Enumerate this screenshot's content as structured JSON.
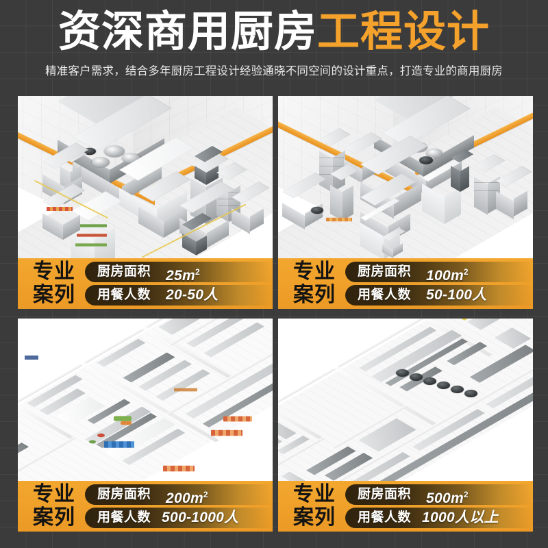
{
  "header": {
    "title_white": "资深商用厨房",
    "title_orange": "工程设计",
    "subtitle": "精准客户需求，结合多年厨房工程设计经验通晓不同空间的设计重点，打造专业的商用厨房"
  },
  "colors": {
    "background": "#3b3b3b",
    "accent_orange": "#f5a22c",
    "bar_orange": "#f3a72f",
    "pill_dark": "#30230d",
    "text_white": "#ffffff",
    "badge_text": "#131313"
  },
  "labels": {
    "badge_line1": "专业",
    "badge_line2": "案列",
    "area_label": "厨房面积",
    "diners_label": "用餐人数"
  },
  "cases": [
    {
      "id": "case-25",
      "image_alt": "小型商用厨房三维效果图",
      "area": "25m",
      "area_unit_sup": "2",
      "diners": "20-50人"
    },
    {
      "id": "case-100",
      "image_alt": "中型商用厨房三维效果图",
      "area": "100m",
      "area_unit_sup": "2",
      "diners": "50-100人"
    },
    {
      "id": "case-200",
      "image_alt": "大型商用厨房平面布局三维图",
      "area": "200m",
      "area_unit_sup": "2",
      "diners": "500-1000人"
    },
    {
      "id": "case-500",
      "image_alt": "超大型商用厨房平面布局三维图",
      "area": "500m",
      "area_unit_sup": "2",
      "diners": "1000人以上"
    }
  ]
}
